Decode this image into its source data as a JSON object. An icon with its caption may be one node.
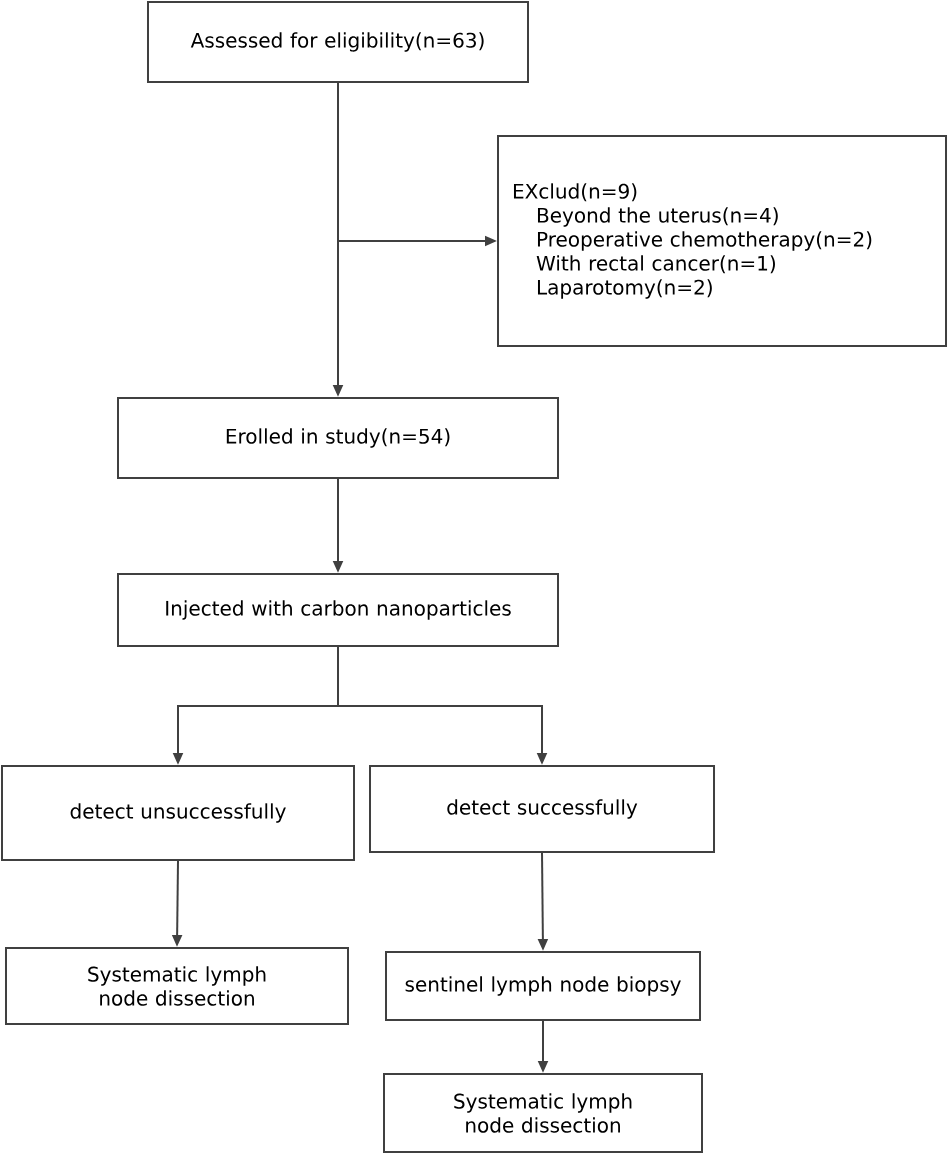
{
  "diagram": {
    "nodes": [
      {
        "text": [
          "Assessed for eligibility(n=63)"
        ]
      },
      {
        "text": [
          "EXclud(n=9)",
          "Beyond the uterus(n=4)",
          "Preoperative chemotherapy(n=2)",
          "With rectal cancer(n=1)",
          "Laparotomy(n=2)"
        ]
      },
      {
        "text": [
          "Erolled in study(n=54)"
        ]
      },
      {
        "text": [
          "Injected with carbon nanoparticles"
        ]
      },
      {
        "text": [
          "detect unsuccessfully"
        ]
      },
      {
        "text": [
          "detect successfully"
        ]
      },
      {
        "text": [
          "Systematic lymph node dissection"
        ]
      },
      {
        "text": [
          "sentinel lymph node biopsy"
        ]
      },
      {
        "text": [
          "Systematic lymph node dissection"
        ]
      }
    ],
    "edges": [
      {
        "from": 0,
        "to": 2,
        "arrow": "to"
      },
      {
        "from": 0,
        "to": 1,
        "arrow": "to"
      },
      {
        "from": 2,
        "to": 3,
        "arrow": "to"
      },
      {
        "from": 3,
        "to": 4,
        "arrow": "to"
      },
      {
        "from": 3,
        "to": 5,
        "arrow": "to"
      },
      {
        "from": 4,
        "to": 6,
        "arrow": "to"
      },
      {
        "from": 5,
        "to": 7,
        "arrow": "to"
      },
      {
        "from": 7,
        "to": 8,
        "arrow": "to"
      }
    ]
  }
}
